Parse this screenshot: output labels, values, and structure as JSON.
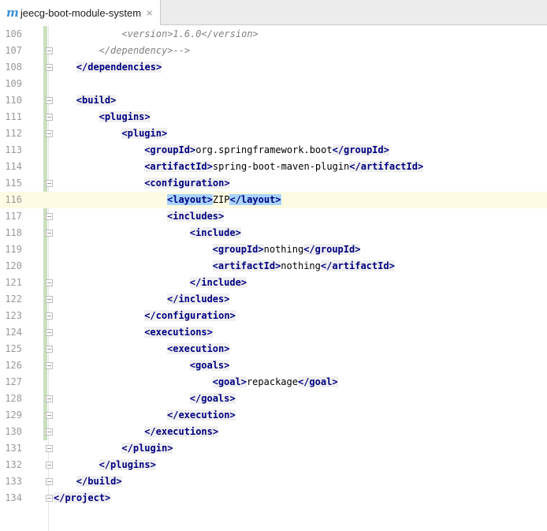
{
  "tab": {
    "icon": "m",
    "label": "jeecg-boot-module-system",
    "close": "×"
  },
  "current_line": 116,
  "lines": [
    {
      "n": "106",
      "indent": 12,
      "segs": [
        {
          "t": "<version>1.6.0</version>",
          "k": "cmt"
        }
      ]
    },
    {
      "n": "107",
      "indent": 8,
      "fold": true,
      "segs": [
        {
          "t": "</dependency>-->",
          "k": "cmt"
        }
      ]
    },
    {
      "n": "108",
      "indent": 4,
      "fold": true,
      "segs": [
        {
          "t": "</dependencies>",
          "k": "tag"
        }
      ]
    },
    {
      "n": "109",
      "indent": 0,
      "segs": []
    },
    {
      "n": "110",
      "indent": 4,
      "fold": true,
      "segs": [
        {
          "t": "<build>",
          "k": "tag"
        }
      ]
    },
    {
      "n": "111",
      "indent": 8,
      "fold": true,
      "segs": [
        {
          "t": "<plugins>",
          "k": "tag"
        }
      ]
    },
    {
      "n": "112",
      "indent": 12,
      "fold": true,
      "segs": [
        {
          "t": "<plugin>",
          "k": "tag"
        }
      ]
    },
    {
      "n": "113",
      "indent": 16,
      "segs": [
        {
          "t": "<groupId>",
          "k": "tag"
        },
        {
          "t": "org.springframework.boot",
          "k": "txt"
        },
        {
          "t": "</groupId>",
          "k": "tag"
        }
      ]
    },
    {
      "n": "114",
      "indent": 16,
      "segs": [
        {
          "t": "<artifactId>",
          "k": "tag"
        },
        {
          "t": "spring-boot-maven-plugin",
          "k": "txt"
        },
        {
          "t": "</artifactId>",
          "k": "tag"
        }
      ]
    },
    {
      "n": "115",
      "indent": 16,
      "fold": true,
      "segs": [
        {
          "t": "<configuration>",
          "k": "tag"
        }
      ]
    },
    {
      "n": "116",
      "indent": 20,
      "segs": [
        {
          "t": "<layout>",
          "k": "tag hl"
        },
        {
          "t": "ZIP",
          "k": "txt"
        },
        {
          "t": "</layout>",
          "k": "tag hl"
        }
      ]
    },
    {
      "n": "117",
      "indent": 20,
      "fold": true,
      "segs": [
        {
          "t": "<includes>",
          "k": "tag"
        }
      ]
    },
    {
      "n": "118",
      "indent": 24,
      "fold": true,
      "segs": [
        {
          "t": "<include>",
          "k": "tag"
        }
      ]
    },
    {
      "n": "119",
      "indent": 28,
      "segs": [
        {
          "t": "<groupId>",
          "k": "tag"
        },
        {
          "t": "nothing",
          "k": "txt"
        },
        {
          "t": "</groupId>",
          "k": "tag"
        }
      ]
    },
    {
      "n": "120",
      "indent": 28,
      "segs": [
        {
          "t": "<artifactId>",
          "k": "tag"
        },
        {
          "t": "nothing",
          "k": "txt"
        },
        {
          "t": "</artifactId>",
          "k": "tag"
        }
      ]
    },
    {
      "n": "121",
      "indent": 24,
      "fold": true,
      "segs": [
        {
          "t": "</include>",
          "k": "tag"
        }
      ]
    },
    {
      "n": "122",
      "indent": 20,
      "fold": true,
      "segs": [
        {
          "t": "</includes>",
          "k": "tag"
        }
      ]
    },
    {
      "n": "123",
      "indent": 16,
      "fold": true,
      "segs": [
        {
          "t": "</configuration>",
          "k": "tag"
        }
      ]
    },
    {
      "n": "124",
      "indent": 16,
      "fold": true,
      "segs": [
        {
          "t": "<executions>",
          "k": "tag"
        }
      ]
    },
    {
      "n": "125",
      "indent": 20,
      "fold": true,
      "segs": [
        {
          "t": "<execution>",
          "k": "tag"
        }
      ]
    },
    {
      "n": "126",
      "indent": 24,
      "fold": true,
      "segs": [
        {
          "t": "<goals>",
          "k": "tag"
        }
      ]
    },
    {
      "n": "127",
      "indent": 28,
      "segs": [
        {
          "t": "<goal>",
          "k": "tag"
        },
        {
          "t": "repackage",
          "k": "txt"
        },
        {
          "t": "</goal>",
          "k": "tag"
        }
      ]
    },
    {
      "n": "128",
      "indent": 24,
      "fold": true,
      "segs": [
        {
          "t": "</goals>",
          "k": "tag"
        }
      ]
    },
    {
      "n": "129",
      "indent": 20,
      "fold": true,
      "segs": [
        {
          "t": "</execution>",
          "k": "tag"
        }
      ]
    },
    {
      "n": "130",
      "indent": 16,
      "fold": true,
      "segs": [
        {
          "t": "</executions>",
          "k": "tag"
        }
      ]
    },
    {
      "n": "131",
      "indent": 12,
      "fold": true,
      "segs": [
        {
          "t": "</plugin>",
          "k": "tag"
        }
      ]
    },
    {
      "n": "132",
      "indent": 8,
      "fold": true,
      "segs": [
        {
          "t": "</plugins>",
          "k": "tag"
        }
      ]
    },
    {
      "n": "133",
      "indent": 4,
      "fold": true,
      "segs": [
        {
          "t": "</build>",
          "k": "tag"
        }
      ]
    },
    {
      "n": "134",
      "indent": 0,
      "fold": true,
      "segs": [
        {
          "t": "</project>",
          "k": "tag"
        }
      ]
    }
  ]
}
